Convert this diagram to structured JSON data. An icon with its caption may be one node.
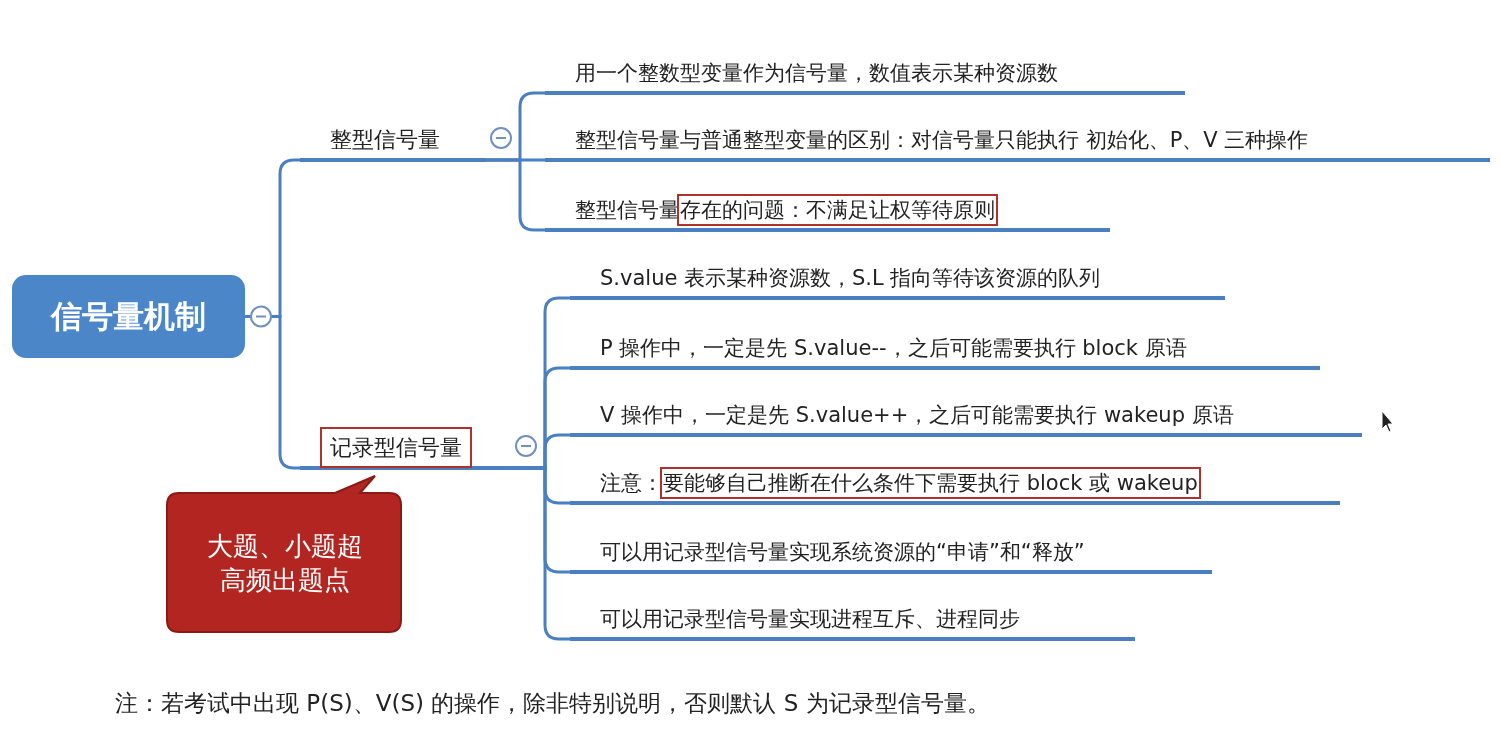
{
  "diagram": {
    "nodes": [
      {
        "text": [
          "信号量机制"
        ]
      },
      {
        "text": [
          "整型信号量"
        ]
      },
      {
        "text": [
          "用一个整数型变量作为信号量，数值表示某种资源数"
        ]
      },
      {
        "text": [
          "整型信号量与普通整型变量的区别：对信号量只能执行 初始化、P、V 三种操作"
        ]
      },
      {
        "text": [
          "整型信号量存在的问题：不满足让权等待原则"
        ]
      },
      {
        "text": [
          "记录型信号量"
        ]
      },
      {
        "text": [
          "S.value 表示某种资源数，S.L 指向等待该资源的队列"
        ]
      },
      {
        "text": [
          "P 操作中，一定是先 S.value--，之后可能需要执行 block 原语"
        ]
      },
      {
        "text": [
          "V 操作中，一定是先 S.value++，之后可能需要执行 wakeup 原语"
        ]
      },
      {
        "text": [
          "注意：要能够自己推断在什么条件下需要执行 block 或 wakeup"
        ]
      },
      {
        "text": [
          "可以用记录型信号量实现系统资源的“申请”和“释放”"
        ]
      },
      {
        "text": [
          "可以用记录型信号量实现进程互斥、进程同步"
        ]
      },
      {
        "text": [
          "大题、小题超高频出题点"
        ]
      }
    ],
    "edges": [
      {
        "from": 0,
        "to": 1,
        "arrow": "none"
      },
      {
        "from": 0,
        "to": 5,
        "arrow": "none"
      },
      {
        "from": 1,
        "to": 2,
        "arrow": "none"
      },
      {
        "from": 1,
        "to": 3,
        "arrow": "none"
      },
      {
        "from": 1,
        "to": 4,
        "arrow": "none"
      },
      {
        "from": 5,
        "to": 6,
        "arrow": "none"
      },
      {
        "from": 5,
        "to": 7,
        "arrow": "none"
      },
      {
        "from": 5,
        "to": 8,
        "arrow": "none"
      },
      {
        "from": 5,
        "to": 9,
        "arrow": "none"
      },
      {
        "from": 5,
        "to": 10,
        "arrow": "none"
      },
      {
        "from": 5,
        "to": 11,
        "arrow": "none"
      }
    ],
    "labels": [
      "注：若考试中出现 P(S)、V(S) 的操作，除非特别说明，否则默认 S 为记录型信号量。"
    ]
  }
}
